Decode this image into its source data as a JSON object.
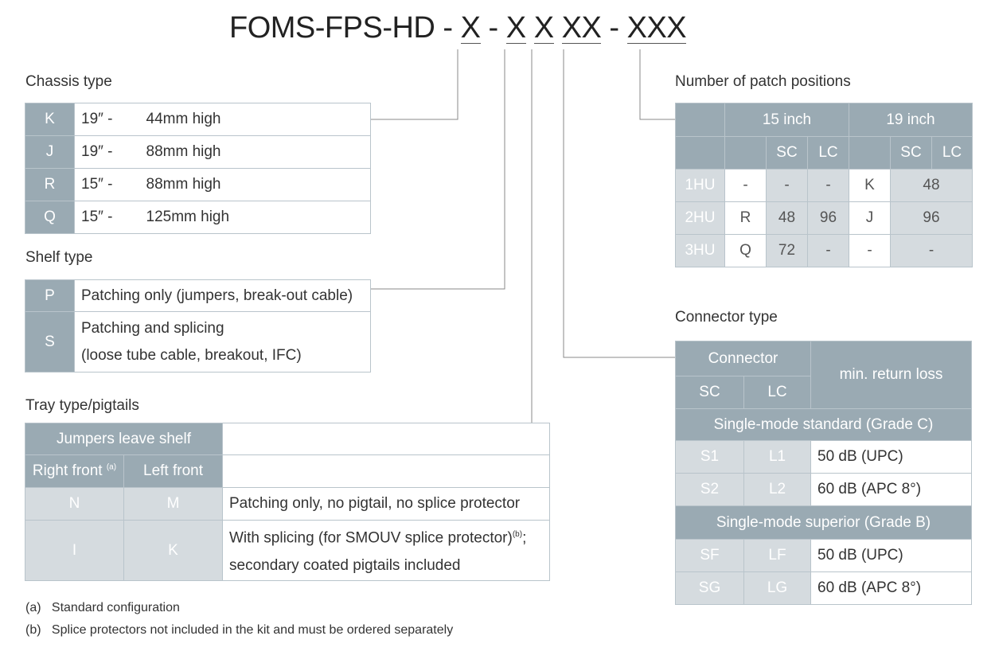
{
  "title": {
    "prefix": "FOMS-FPS-HD - ",
    "code1": "X",
    "sep2": " - ",
    "code2": "X",
    "code3": "X",
    "code4": "XX",
    "sep3": " - ",
    "code5": "XXX"
  },
  "chassis": {
    "heading": "Chassis type",
    "rows": [
      {
        "key": "K",
        "size": "19″ -",
        "desc": "44mm high"
      },
      {
        "key": "J",
        "size": "19″ -",
        "desc": "88mm high"
      },
      {
        "key": "R",
        "size": "15″ -",
        "desc": "88mm high"
      },
      {
        "key": "Q",
        "size": "15″ -",
        "desc": "125mm high"
      }
    ]
  },
  "shelf": {
    "heading": "Shelf type",
    "rows": [
      {
        "key": "P",
        "line1": "Patching only (jumpers, break-out cable)",
        "line2": ""
      },
      {
        "key": "S",
        "line1": "Patching and splicing",
        "line2": "(loose tube cable, breakout, IFC)"
      }
    ]
  },
  "tray": {
    "heading": "Tray type/pigtails",
    "group_header": "Jumpers leave shelf",
    "col_right": "Right front",
    "col_right_note": "(a)",
    "col_left": "Left front",
    "rows": [
      {
        "right": "N",
        "left": "M",
        "desc1": "Patching only, no pigtail, no splice protector",
        "desc_sup": "",
        "desc2": ""
      },
      {
        "right": "I",
        "left": "K",
        "desc1": "With splicing (for SMOUV splice protector)",
        "desc_sup": "(b)",
        "desc1_end": ";",
        "desc2": "secondary coated pigtails included"
      }
    ]
  },
  "notes": [
    {
      "mark": "(a)",
      "text": "Standard configuration"
    },
    {
      "mark": "(b)",
      "text": "Splice protectors not included in the kit and must be ordered separately"
    }
  ],
  "patch": {
    "heading": "Number of patch positions",
    "group15": "15 inch",
    "group19": "19 inch",
    "sc": "SC",
    "lc": "LC",
    "rows": [
      {
        "hu": "1HU",
        "c15": "-",
        "sc15": "-",
        "lc15": "-",
        "c19": "K",
        "v19": "48"
      },
      {
        "hu": "2HU",
        "c15": "R",
        "sc15": "48",
        "lc15": "96",
        "c19": "J",
        "v19": "96"
      },
      {
        "hu": "3HU",
        "c15": "Q",
        "sc15": "72",
        "lc15": "-",
        "c19": "-",
        "v19": "-"
      }
    ]
  },
  "connector": {
    "heading": "Connector type",
    "col_connector": "Connector",
    "col_sc": "SC",
    "col_lc": "LC",
    "col_loss": "min. return loss",
    "group_c": "Single-mode standard (Grade C)",
    "group_b": "Single-mode superior (Grade B)",
    "rows_c": [
      {
        "sc": "S1",
        "lc": "L1",
        "loss": "50 dB (UPC)"
      },
      {
        "sc": "S2",
        "lc": "L2",
        "loss": "60 dB (APC 8°)"
      }
    ],
    "rows_b": [
      {
        "sc": "SF",
        "lc": "LF",
        "loss": "50 dB (UPC)"
      },
      {
        "sc": "SG",
        "lc": "LG",
        "loss": "60 dB (APC 8°)"
      }
    ]
  }
}
